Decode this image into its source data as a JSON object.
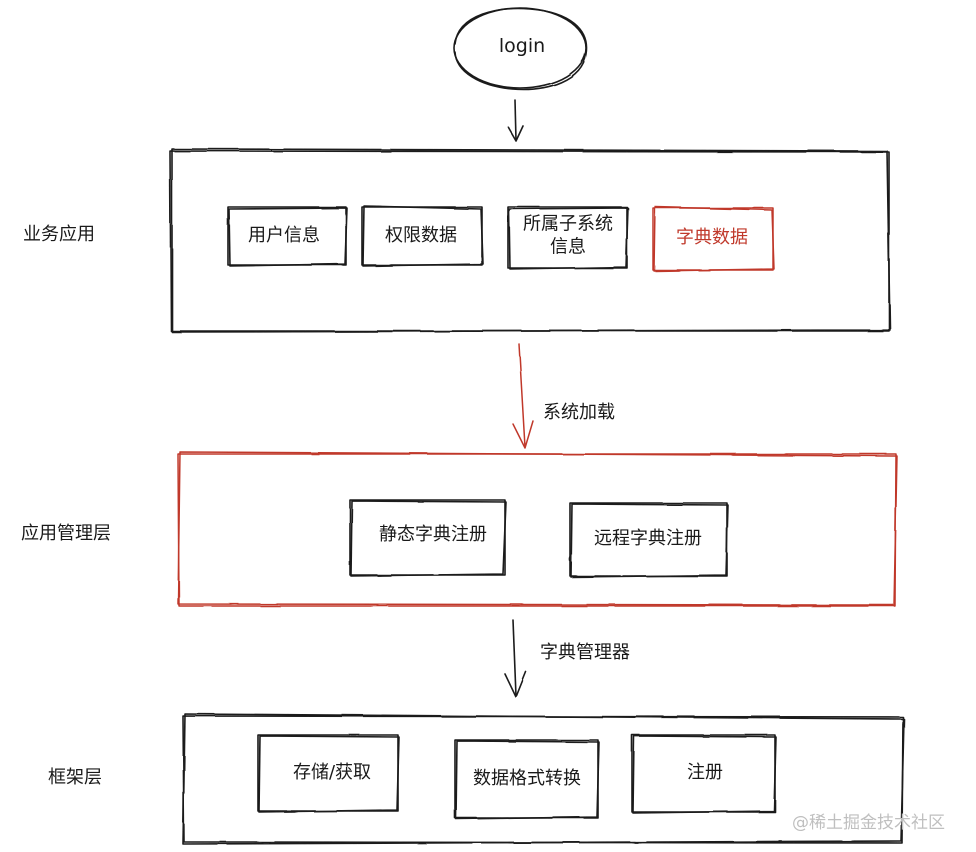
{
  "start_node": {
    "label": "login"
  },
  "layers": {
    "business": {
      "label": "业务应用",
      "boxes": [
        "用户信息",
        "权限数据",
        "所属子系统\n信息",
        "字典数据"
      ]
    },
    "app_mgmt": {
      "label": "应用管理层",
      "boxes": [
        "静态字典注册",
        "远程字典注册"
      ]
    },
    "framework": {
      "label": "框架层",
      "boxes": [
        "存储/获取",
        "数据格式转换",
        "注册"
      ]
    }
  },
  "edges": {
    "login_to_business": "",
    "system_load": "系统加载",
    "dict_manager": "字典管理器"
  },
  "colors": {
    "ink": "#1a1a1a",
    "accent_red": "#c0392b"
  },
  "watermark": "@稀土掘金技术社区"
}
